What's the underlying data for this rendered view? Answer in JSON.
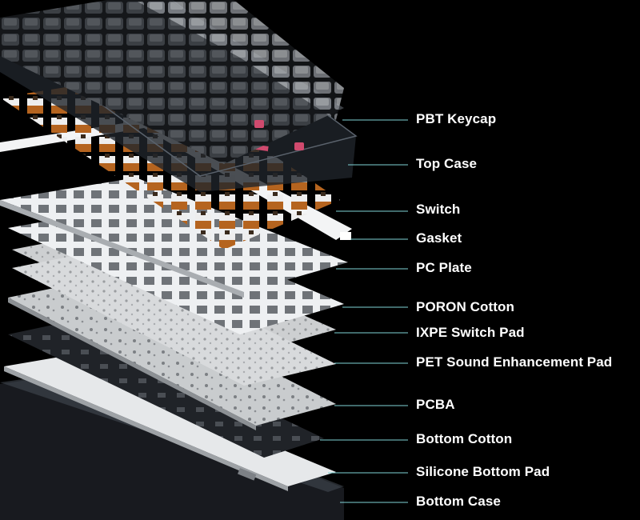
{
  "diagram": {
    "layers": [
      {
        "id": "pbt-keycap",
        "label": "PBT Keycap"
      },
      {
        "id": "top-case",
        "label": "Top Case"
      },
      {
        "id": "switch",
        "label": "Switch"
      },
      {
        "id": "gasket",
        "label": "Gasket"
      },
      {
        "id": "pc-plate",
        "label": "PC Plate"
      },
      {
        "id": "poron-cotton",
        "label": "PORON Cotton"
      },
      {
        "id": "ixpe-switch-pad",
        "label": "IXPE Switch Pad"
      },
      {
        "id": "pet-sound-enhancement-pad",
        "label": "PET Sound Enhancement Pad"
      },
      {
        "id": "pcba",
        "label": "PCBA"
      },
      {
        "id": "bottom-cotton",
        "label": "Bottom Cotton"
      },
      {
        "id": "silicone-bottom-pad",
        "label": "Silicone Bottom Pad"
      },
      {
        "id": "bottom-case",
        "label": "Bottom Case"
      }
    ]
  },
  "colors": {
    "background": "#000000",
    "leader_line": "#7fd3d6",
    "label_text": "#ffffff",
    "keycap_dark": "#3b3f44",
    "keycap_light": "#8d9094",
    "accent_key": "#d04a6e",
    "switch_brown": "#b5641f",
    "plate_white": "#e9ecef",
    "pcb_dark": "#1c1f24"
  }
}
